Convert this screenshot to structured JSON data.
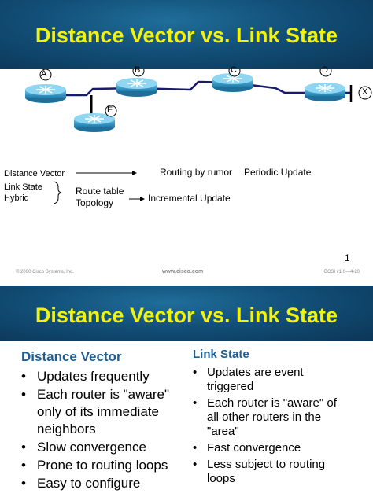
{
  "slide1": {
    "title": "Distance Vector vs. Link State",
    "routers": {
      "a": "A",
      "b": "B",
      "c": "C",
      "d": "D",
      "e": "E",
      "x": "X"
    },
    "labels": {
      "distance_vector": "Distance Vector",
      "link_state": "Link State",
      "hybrid": "Hybrid",
      "routing_by_rumor": "Routing by rumor",
      "periodic_update": "Periodic Update",
      "route_table": "Route table",
      "topology": "Topology",
      "incremental_update": "Incremental Update"
    },
    "page_number": "1",
    "footer": {
      "copyright": "© 2000 Cisco Systems, Inc.",
      "url": "www.cisco.com",
      "course": "BCSI v1.0—4-20"
    },
    "colors": {
      "title": "#f2f20a",
      "header_bg": "#124f78",
      "router": "#3a9cc4",
      "link": "#1a1a6e"
    }
  },
  "slide2": {
    "title": "Distance Vector vs. Link State",
    "distance_vector": {
      "heading": "Distance Vector",
      "items": [
        "Updates frequently",
        "Each router is \"aware\" only of its immediate neighbors",
        "Slow convergence",
        "Prone to routing loops",
        "Easy to configure"
      ]
    },
    "link_state": {
      "heading": "Link State",
      "items": [
        "Updates are event triggered",
        "Each router is \"aware\" of all other routers in the \"area\"",
        "Fast convergence",
        "Less subject to routing loops"
      ]
    },
    "colors": {
      "heading": "#1f5d93"
    }
  }
}
